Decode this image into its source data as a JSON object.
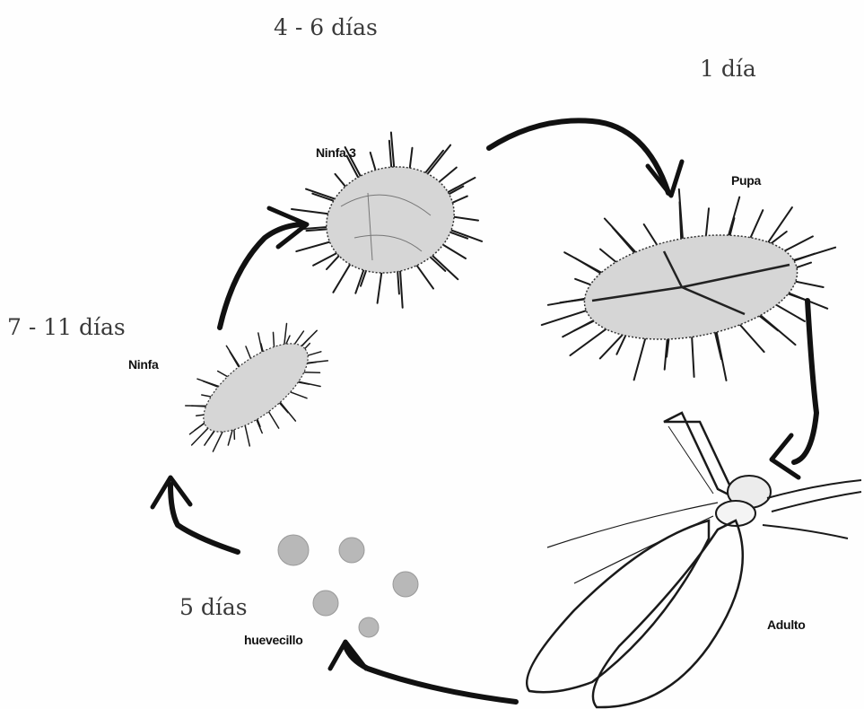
{
  "diagram": {
    "durations": {
      "nymph3_to_pupa": "4 - 6 días",
      "pupa_to_adult": "1 día",
      "nymph": "7 - 11 días",
      "egg": "5 días"
    },
    "stages": {
      "nymph3": "Ninfa 3",
      "pupa": "Pupa",
      "nymph": "Ninfa",
      "adult": "Adulto",
      "egg": "huevecillo"
    },
    "colors": {
      "ink": "#1a1a1a",
      "body_fill": "#d6d6d6",
      "egg_fill": "#b8b8b8",
      "text": "#3a3a3a"
    }
  }
}
